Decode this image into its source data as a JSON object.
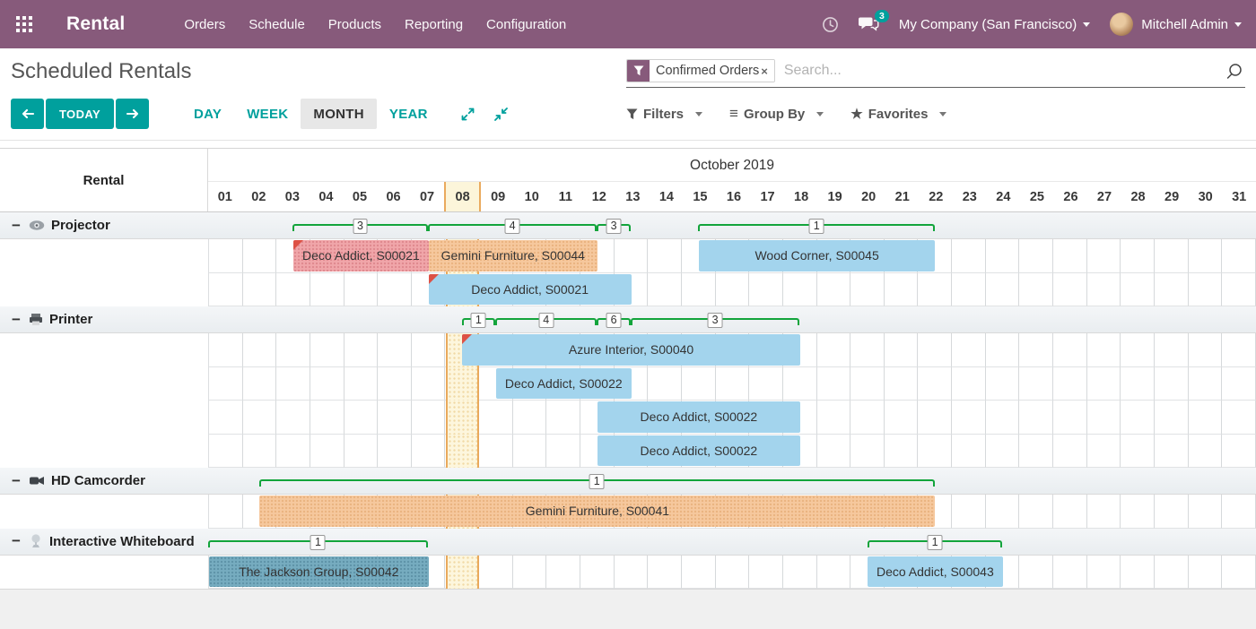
{
  "navbar": {
    "app_name": "Rental",
    "menu": [
      "Orders",
      "Schedule",
      "Products",
      "Reporting",
      "Configuration"
    ],
    "messages_badge": "3",
    "company": "My Company (San Francisco)",
    "user": "Mitchell Admin"
  },
  "control_panel": {
    "title": "Scheduled Rentals",
    "search": {
      "facet_label": "Confirmed Orders",
      "facet_remove": "×",
      "placeholder": "Search..."
    },
    "today_label": "TODAY",
    "views": [
      {
        "label": "DAY",
        "active": false
      },
      {
        "label": "WEEK",
        "active": false
      },
      {
        "label": "MONTH",
        "active": true
      },
      {
        "label": "YEAR",
        "active": false
      }
    ],
    "filters_label": "Filters",
    "group_by_label": "Group By",
    "favorites_label": "Favorites"
  },
  "gantt": {
    "corner_label": "Rental",
    "month_label": "October 2019",
    "total_days": 31,
    "today_day": 8,
    "days": [
      "01",
      "02",
      "03",
      "04",
      "05",
      "06",
      "07",
      "08",
      "09",
      "10",
      "11",
      "12",
      "13",
      "14",
      "15",
      "16",
      "17",
      "18",
      "19",
      "20",
      "21",
      "22",
      "23",
      "24",
      "25",
      "26",
      "27",
      "28",
      "29",
      "30",
      "31"
    ],
    "colors": {
      "navbar": "#875A7B",
      "accent_teal": "#00A09D",
      "consolidation_green": "#12a43b",
      "bar_blue": "#a3d4ed",
      "bar_pink": "#f0a6a9",
      "bar_orange": "#f6c89d",
      "bar_steel": "#76acc0",
      "today_bg": "#fdf6dd",
      "today_border": "#e9a95c",
      "deadline_corner": "#dd5145"
    },
    "groups": [
      {
        "name": "Projector",
        "icon": "projector-icon",
        "consolidation": [
          {
            "start": 3.5,
            "end": 7.5,
            "count": "3"
          },
          {
            "start": 7.5,
            "end": 12.5,
            "count": "4"
          },
          {
            "start": 12.5,
            "end": 13.5,
            "count": "3"
          },
          {
            "start": 15.5,
            "end": 22.5,
            "count": "1"
          }
        ],
        "rows": [
          {
            "bars": [
              {
                "label": "Deco Addict, S00021",
                "start": 3.5,
                "end": 7.5,
                "color": "pink",
                "hatched": true,
                "corner": true
              },
              {
                "label": "Gemini Furniture, S00044",
                "start": 7.5,
                "end": 12.5,
                "color": "orange",
                "hatched": true,
                "corner": false
              },
              {
                "label": "Wood Corner, S00045",
                "start": 15.5,
                "end": 22.5,
                "color": "blue",
                "hatched": false,
                "corner": false
              }
            ]
          },
          {
            "bars": [
              {
                "label": "Deco Addict, S00021",
                "start": 7.5,
                "end": 13.5,
                "color": "blue",
                "hatched": false,
                "corner": true
              }
            ]
          }
        ]
      },
      {
        "name": "Printer",
        "icon": "printer-icon",
        "consolidation": [
          {
            "start": 8.5,
            "end": 9.5,
            "count": "1"
          },
          {
            "start": 9.5,
            "end": 12.5,
            "count": "4"
          },
          {
            "start": 12.5,
            "end": 13.5,
            "count": "6"
          },
          {
            "start": 13.5,
            "end": 18.5,
            "count": "3"
          }
        ],
        "rows": [
          {
            "bars": [
              {
                "label": "Azure Interior, S00040",
                "start": 8.5,
                "end": 18.5,
                "color": "blue",
                "hatched": false,
                "corner": true
              }
            ]
          },
          {
            "bars": [
              {
                "label": "Deco Addict, S00022",
                "start": 9.5,
                "end": 13.5,
                "color": "blue",
                "hatched": false,
                "corner": false
              }
            ]
          },
          {
            "bars": [
              {
                "label": "Deco Addict, S00022",
                "start": 12.5,
                "end": 18.5,
                "color": "blue",
                "hatched": false,
                "corner": false
              }
            ]
          },
          {
            "bars": [
              {
                "label": "Deco Addict, S00022",
                "start": 12.5,
                "end": 18.5,
                "color": "blue",
                "hatched": false,
                "corner": false
              }
            ]
          }
        ]
      },
      {
        "name": "HD Camcorder",
        "icon": "camcorder-icon",
        "consolidation": [
          {
            "start": 2.5,
            "end": 22.5,
            "count": "1"
          }
        ],
        "rows": [
          {
            "bars": [
              {
                "label": "Gemini Furniture, S00041",
                "start": 2.5,
                "end": 22.5,
                "color": "orange",
                "hatched": true,
                "corner": false
              }
            ]
          }
        ]
      },
      {
        "name": "Interactive Whiteboard",
        "icon": "whiteboard-icon",
        "consolidation": [
          {
            "start": 1,
            "end": 7.5,
            "count": "1"
          },
          {
            "start": 20.5,
            "end": 24.5,
            "count": "1"
          }
        ],
        "rows": [
          {
            "bars": [
              {
                "label": "The Jackson Group, S00042",
                "start": 1,
                "end": 7.5,
                "color": "steel",
                "hatched": true,
                "corner": false
              },
              {
                "label": "Deco Addict, S00043",
                "start": 20.5,
                "end": 24.5,
                "color": "blue",
                "hatched": false,
                "corner": false
              }
            ]
          }
        ]
      }
    ]
  }
}
